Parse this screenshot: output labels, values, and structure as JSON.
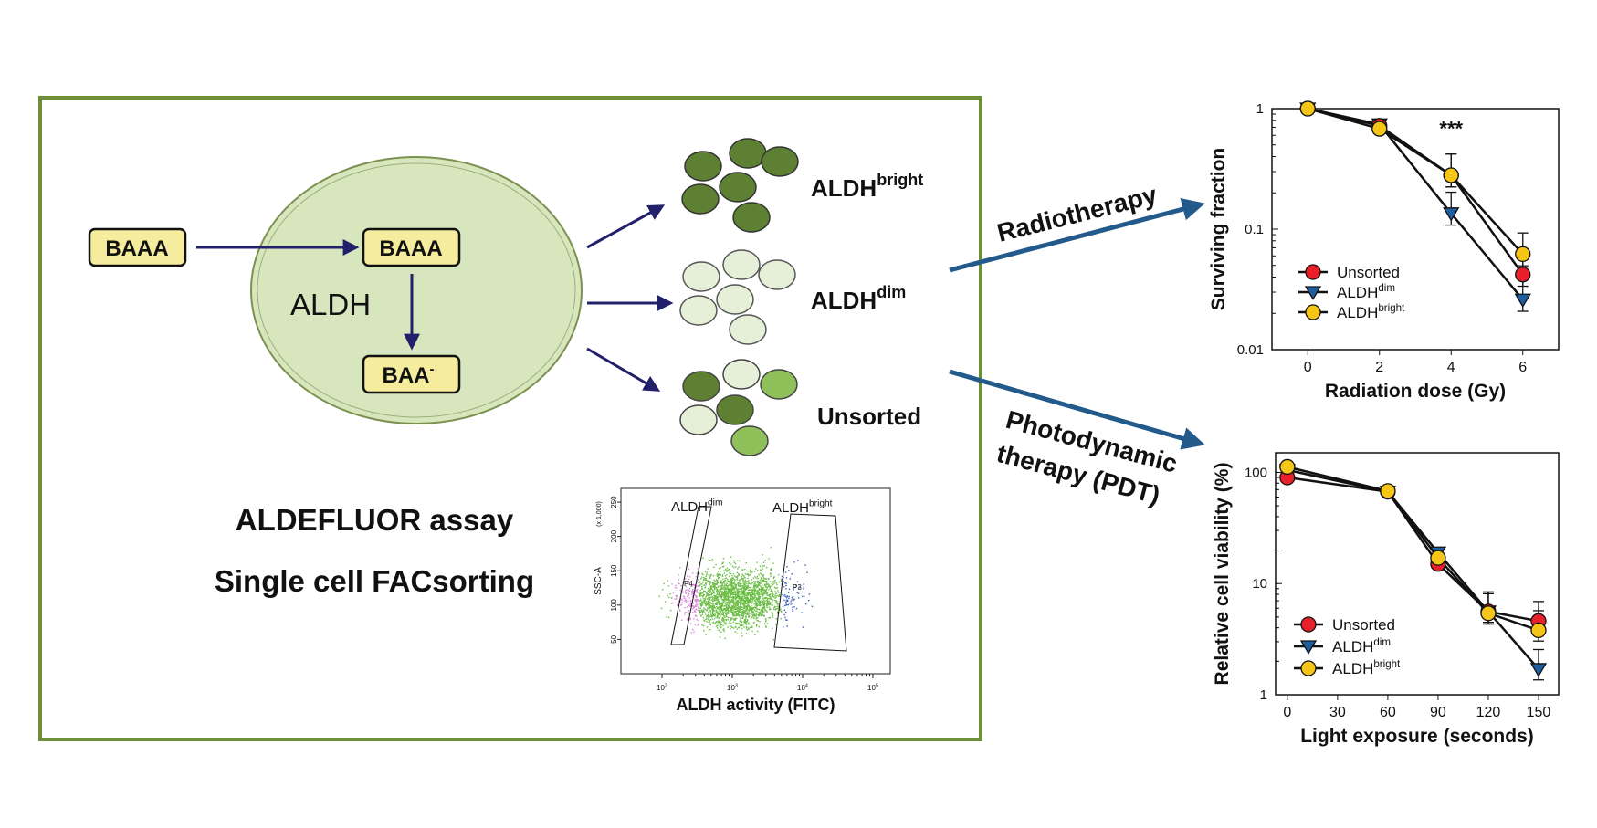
{
  "assay": {
    "substrate_label": "BAAA",
    "enzyme_label": "ALDH",
    "inner_substrate_label": "BAAA",
    "product_label": "BAA",
    "product_superscript": "-",
    "title_line1": "ALDEFLUOR assay",
    "title_line2": "Single cell FACsorting"
  },
  "populations": [
    {
      "label": "ALDH",
      "superscript": "bright"
    },
    {
      "label": "ALDH",
      "superscript": "dim"
    },
    {
      "label": "Unsorted",
      "superscript": ""
    }
  ],
  "facs_plot": {
    "xlabel": "ALDH activity (FITC)",
    "ylabel": "SSC-A",
    "ylabel_scale": "(x 1,000)",
    "gate_dim_label": "ALDH",
    "gate_dim_sup": "dim",
    "gate_bright_label": "ALDH",
    "gate_bright_sup": "bright",
    "gate_dim_name": "P4",
    "gate_bright_name": "P3",
    "yticks": [
      "250",
      "200",
      "150",
      "100",
      "50"
    ],
    "xticks_base": [
      "10",
      "10",
      "10",
      "10"
    ],
    "xticks_exp": [
      "2",
      "3",
      "4",
      "5"
    ]
  },
  "therapies": {
    "radiotherapy": "Radiotherapy",
    "pdt_line1": "Photodynamic",
    "pdt_line2": "therapy (PDT)"
  },
  "colors": {
    "frame_green": "#6e8f3a",
    "cell_fill": "#d7e6bc",
    "box_fill": "#f5ec9e",
    "arrow_navy": "#22206a",
    "arrow_blue": "#235a8c",
    "dark_green": "#5d8032",
    "pale_green": "#e6f0d9",
    "mid_green": "#8fc05a",
    "unsorted_red": "#e8202a",
    "dim_blue": "#1f5e9e",
    "bright_yellow": "#f5c518"
  },
  "chart_data": [
    {
      "type": "line",
      "xlabel": "Radiation dose (Gy)",
      "ylabel": "Surviving fraction",
      "yscale": "log",
      "ylim": [
        0.01,
        1
      ],
      "xlim": [
        -1,
        7
      ],
      "xticks": [
        0,
        2,
        4,
        6
      ],
      "yticks": [
        "0.01",
        "0.1",
        "1"
      ],
      "annotation": "***",
      "legend_position": "bottom-left",
      "x": [
        0,
        2,
        4,
        6
      ],
      "series": [
        {
          "name": "Unsorted",
          "sup": "",
          "values": [
            1.0,
            0.72,
            0.28,
            0.042
          ],
          "marker": "circle",
          "color": "#e8202a"
        },
        {
          "name": "ALDH",
          "sup": "dim",
          "values": [
            1.0,
            0.74,
            0.135,
            0.026
          ],
          "marker": "triangle-down",
          "color": "#1f5e9e"
        },
        {
          "name": "ALDH",
          "sup": "bright",
          "values": [
            1.0,
            0.68,
            0.28,
            0.062
          ],
          "marker": "circle",
          "color": "#f5c518"
        }
      ]
    },
    {
      "type": "line",
      "xlabel": "Light exposure (seconds)",
      "ylabel": "Relative cell viability (%)",
      "yscale": "log",
      "ylim": [
        1,
        150
      ],
      "xlim": [
        -7,
        162
      ],
      "xticks": [
        0,
        30,
        60,
        90,
        120,
        150
      ],
      "yticks": [
        "1",
        "10",
        "100"
      ],
      "legend_position": "bottom-left",
      "x": [
        0,
        60,
        90,
        120,
        150
      ],
      "series": [
        {
          "name": "Unsorted",
          "sup": "",
          "values": [
            90,
            67,
            15,
            5.6,
            4.6
          ],
          "marker": "circle",
          "color": "#e8202a"
        },
        {
          "name": "ALDH",
          "sup": "dim",
          "values": [
            105,
            67,
            19,
            5.6,
            1.7
          ],
          "marker": "triangle-down",
          "color": "#1f5e9e"
        },
        {
          "name": "ALDH",
          "sup": "bright",
          "values": [
            112,
            68,
            17,
            5.4,
            3.8
          ],
          "marker": "circle",
          "color": "#f5c518"
        }
      ]
    }
  ]
}
